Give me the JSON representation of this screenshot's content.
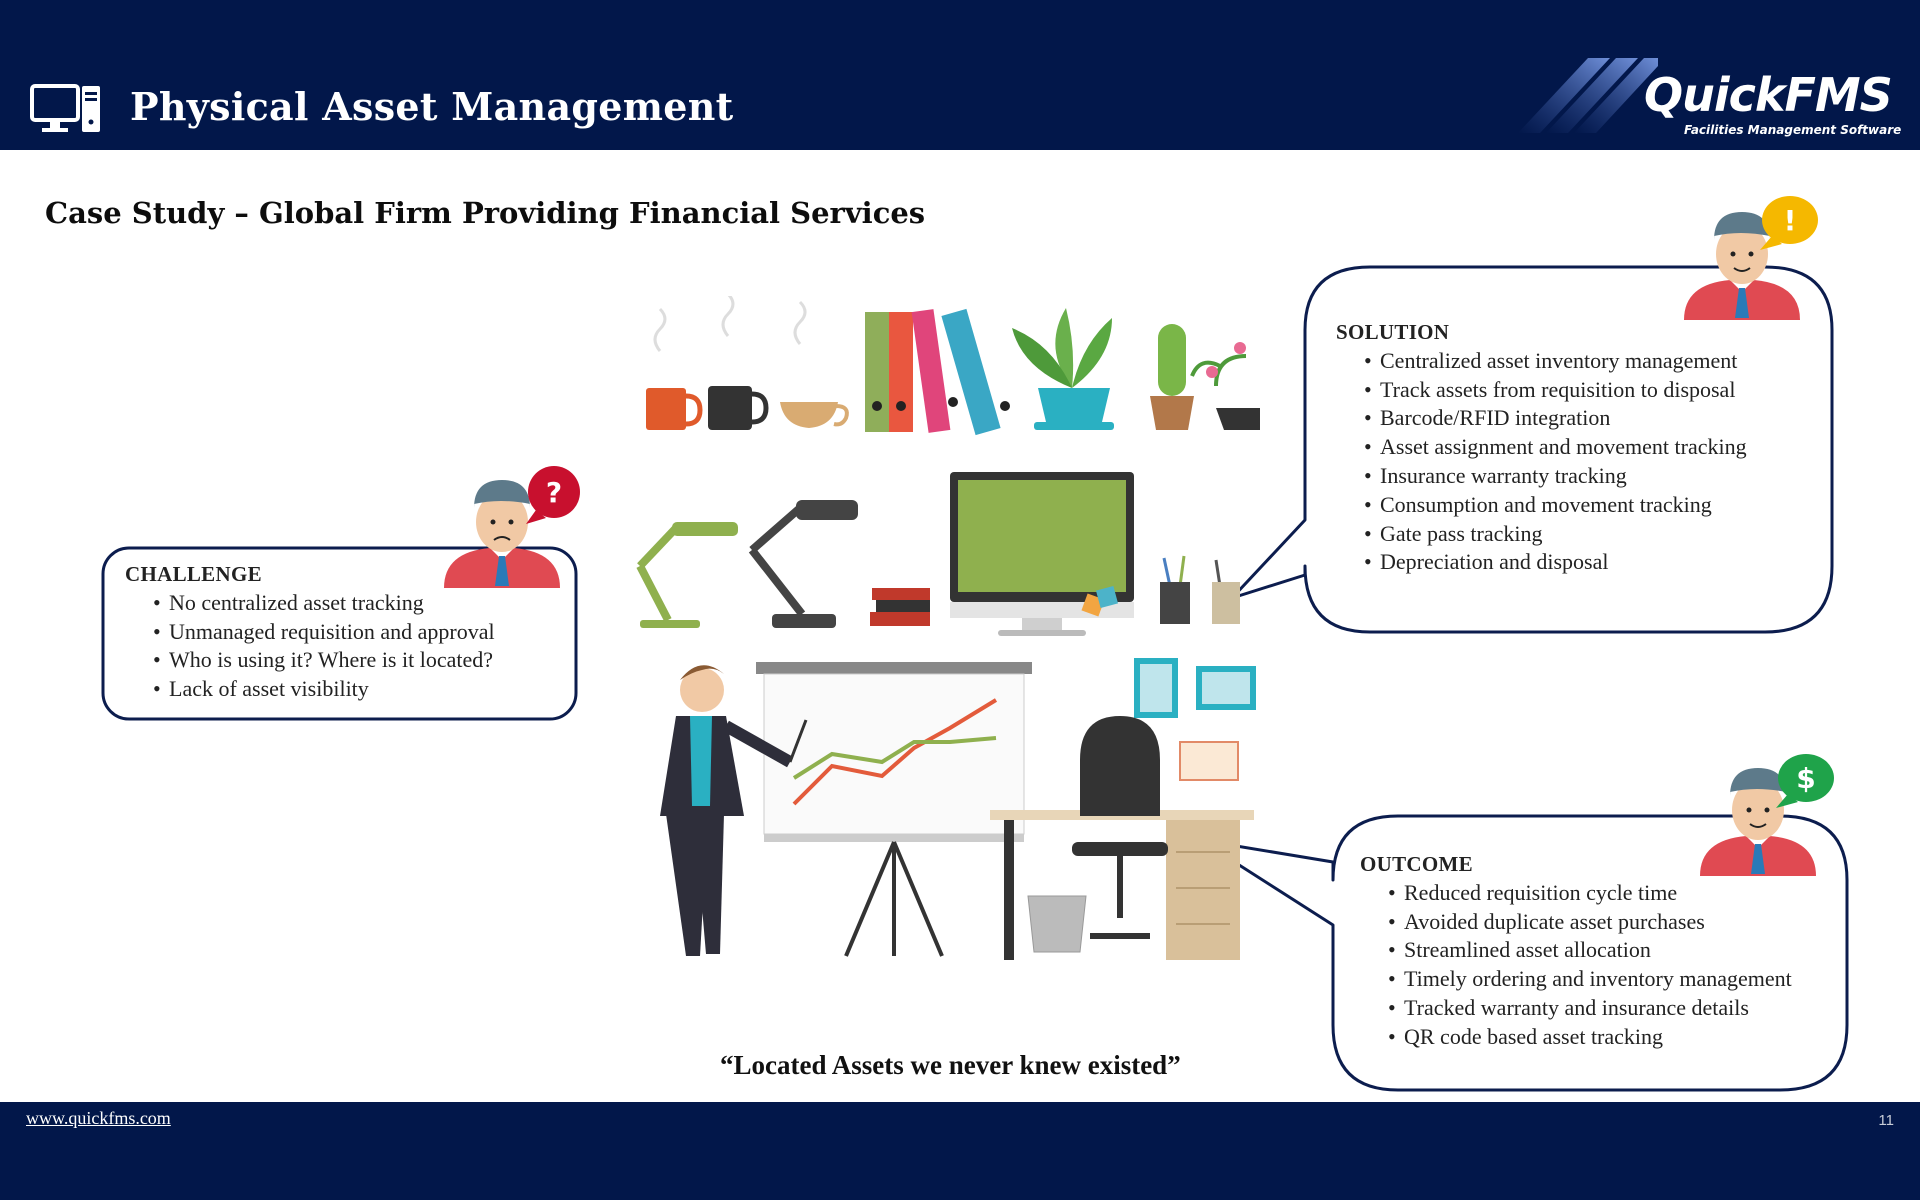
{
  "header": {
    "title": "Physical Asset Management",
    "brand": "QuickFMS",
    "brand_tagline": "Facilities Management Software",
    "icon": "computer-icon"
  },
  "case_title": "Case Study – Global Firm Providing Financial Services",
  "challenge": {
    "heading": "CHALLENGE",
    "items": [
      "No centralized asset tracking",
      "Unmanaged requisition and approval",
      "Who is using it? Where is it located?",
      "Lack of asset visibility"
    ],
    "badge": "?",
    "badge_color": "#c8102e"
  },
  "solution": {
    "heading": "SOLUTION",
    "items": [
      "Centralized asset inventory management",
      "Track assets from requisition to disposal",
      "Barcode/RFID integration",
      "Asset assignment and movement tracking",
      "Insurance warranty tracking",
      "Consumption and movement tracking",
      "Gate pass tracking",
      "Depreciation and disposal"
    ],
    "badge": "!",
    "badge_color": "#f5b800"
  },
  "outcome": {
    "heading": "OUTCOME",
    "items": [
      "Reduced requisition cycle time",
      "Avoided duplicate asset purchases",
      "Streamlined asset allocation",
      "Timely ordering and inventory management",
      "Tracked warranty and insurance details",
      "QR code based asset tracking"
    ],
    "badge": "$",
    "badge_color": "#1fa34a"
  },
  "quote": "“Located Assets we never knew existed”",
  "footer": {
    "link": "www.quickfms.com",
    "page_number": "11"
  },
  "colors": {
    "navy": "#02174a",
    "bubble_border": "#0c1d4e"
  }
}
